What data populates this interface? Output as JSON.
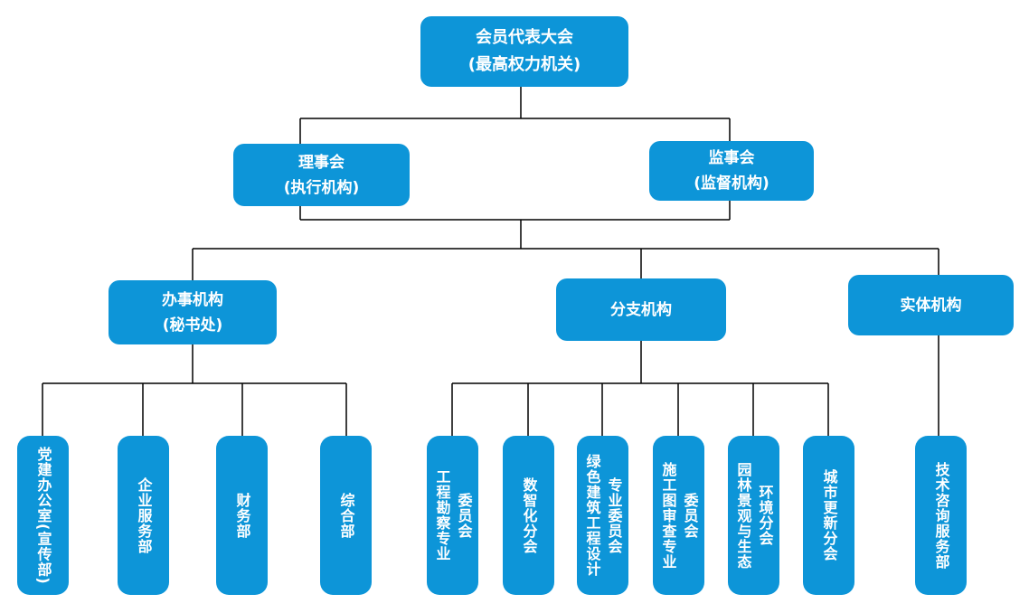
{
  "diagram": {
    "type": "org-chart",
    "root": {
      "line1": "会员代表大会",
      "line2": "(最高权力机关)"
    },
    "level2": {
      "council": {
        "line1": "理事会",
        "line2": "(执行机构)"
      },
      "supervisory": {
        "line1": "监事会",
        "line2": "(监督机构)"
      }
    },
    "level3": {
      "office": {
        "line1": "办事机构",
        "line2": "(秘书处)"
      },
      "branches": {
        "line1": "分支机构"
      },
      "entities": {
        "line1": "实体机构"
      }
    },
    "office_children": [
      "党建办公室(宣传部)",
      "企业服务部",
      "财务部",
      "综合部"
    ],
    "branch_children": [
      "工程勘察专业\n委员会",
      "数智化分会",
      "绿色建筑工程设计\n专业委员会",
      "施工图审查专业\n委员会",
      "园林景观与生态\n环境分会",
      "城市更新分会"
    ],
    "entity_children": [
      "技术咨询服务部"
    ]
  },
  "colors": {
    "box_fill": "#0d95d8",
    "box_text": "#ffffff",
    "line": "#000000",
    "background": "#ffffff"
  }
}
